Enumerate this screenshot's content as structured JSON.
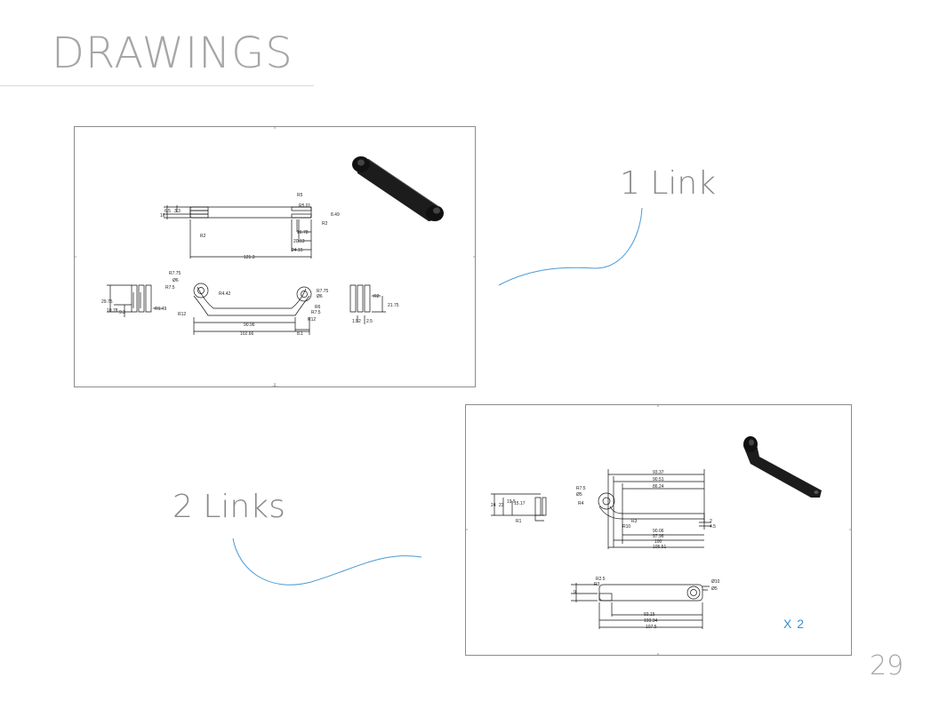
{
  "slide": {
    "title": "DRAWINGS",
    "page_number": "29"
  },
  "drawings": {
    "link1": {
      "label": "1 Link",
      "dims": [
        "R5",
        "R5.01",
        "6.5",
        "3.3",
        "16",
        "R2",
        "R2",
        "8.49",
        "16.78",
        "20.13",
        "24.15",
        "121.3",
        "R7.75",
        "Ø6",
        "R7.5",
        "R4.42",
        "R7.75",
        "Ø6",
        "R6",
        "R7.5",
        "R12",
        "R12",
        "29.75",
        "10.78",
        "9.3",
        "R1.49",
        "90.96",
        "102.66",
        "8.1",
        "R2",
        "21.75",
        "1.52",
        "2.5"
      ]
    },
    "link2": {
      "label": "2 Links",
      "quantity": "X 2",
      "dims": [
        "93.37",
        "90.51",
        "86.24",
        "R7.5",
        "Ø5",
        "R4",
        "R3",
        "R10",
        "90.06",
        "97.96",
        "100",
        "105.51",
        "2",
        "4.5",
        "24",
        "23",
        "19.5",
        "15.17",
        "R1",
        "R2.5",
        "R3",
        "9",
        "Ø10",
        "Ø5",
        "93.15",
        "103.34",
        "107.5"
      ]
    }
  },
  "colors": {
    "title": "#a6a6a6",
    "label": "#8a8a8a",
    "accent": "#3a8fd1",
    "connector": "#4a9ad6"
  }
}
